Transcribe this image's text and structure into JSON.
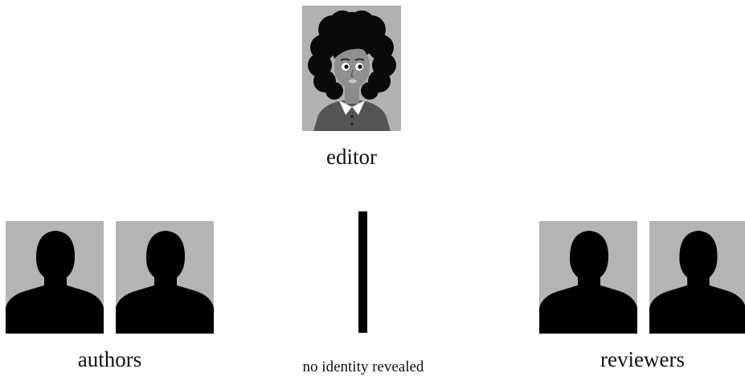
{
  "labels": {
    "editor": "editor",
    "authors": "authors",
    "reviewers": "reviewers",
    "barrier": "no identity revealed"
  },
  "icons": {
    "editor": "editor-portrait-icon",
    "anonymous": "anonymous-person-silhouette-icon"
  },
  "colors": {
    "portrait_background": "#b4b4b4",
    "silhouette": "#000000",
    "barrier": "#000000"
  }
}
